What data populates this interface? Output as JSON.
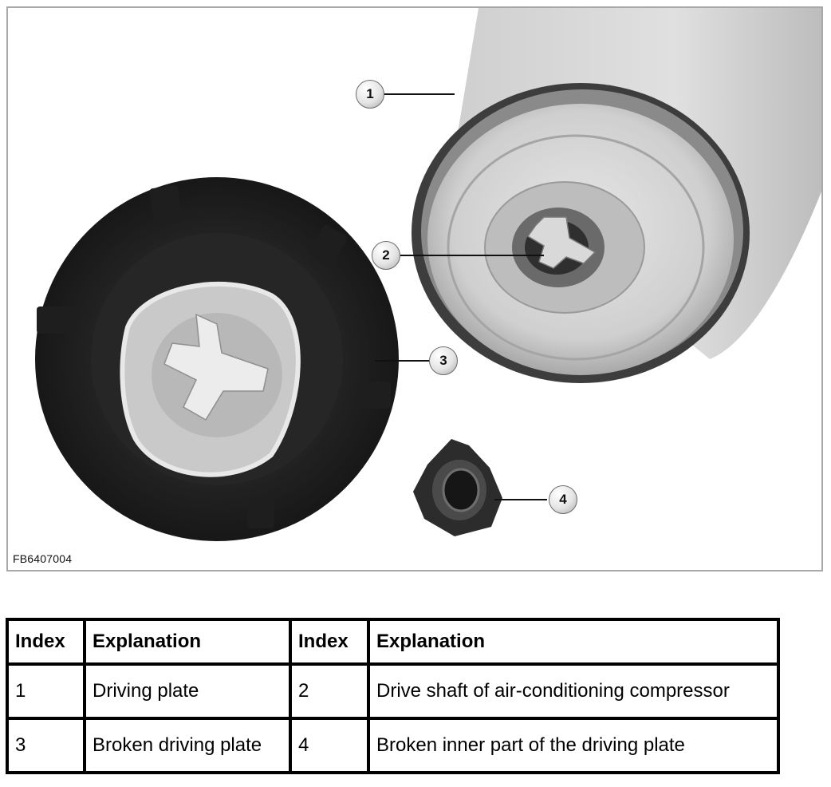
{
  "figure": {
    "code": "FB6407004",
    "callouts": [
      "1",
      "2",
      "3",
      "4"
    ]
  },
  "legend": {
    "headers": [
      "Index",
      "Explanation",
      "Index",
      "Explanation"
    ],
    "rows": [
      [
        "1",
        "Driving plate",
        "2",
        "Drive shaft of air-conditioning compressor"
      ],
      [
        "3",
        "Broken driving plate",
        "4",
        "Broken inner part of the driving plate"
      ]
    ]
  }
}
